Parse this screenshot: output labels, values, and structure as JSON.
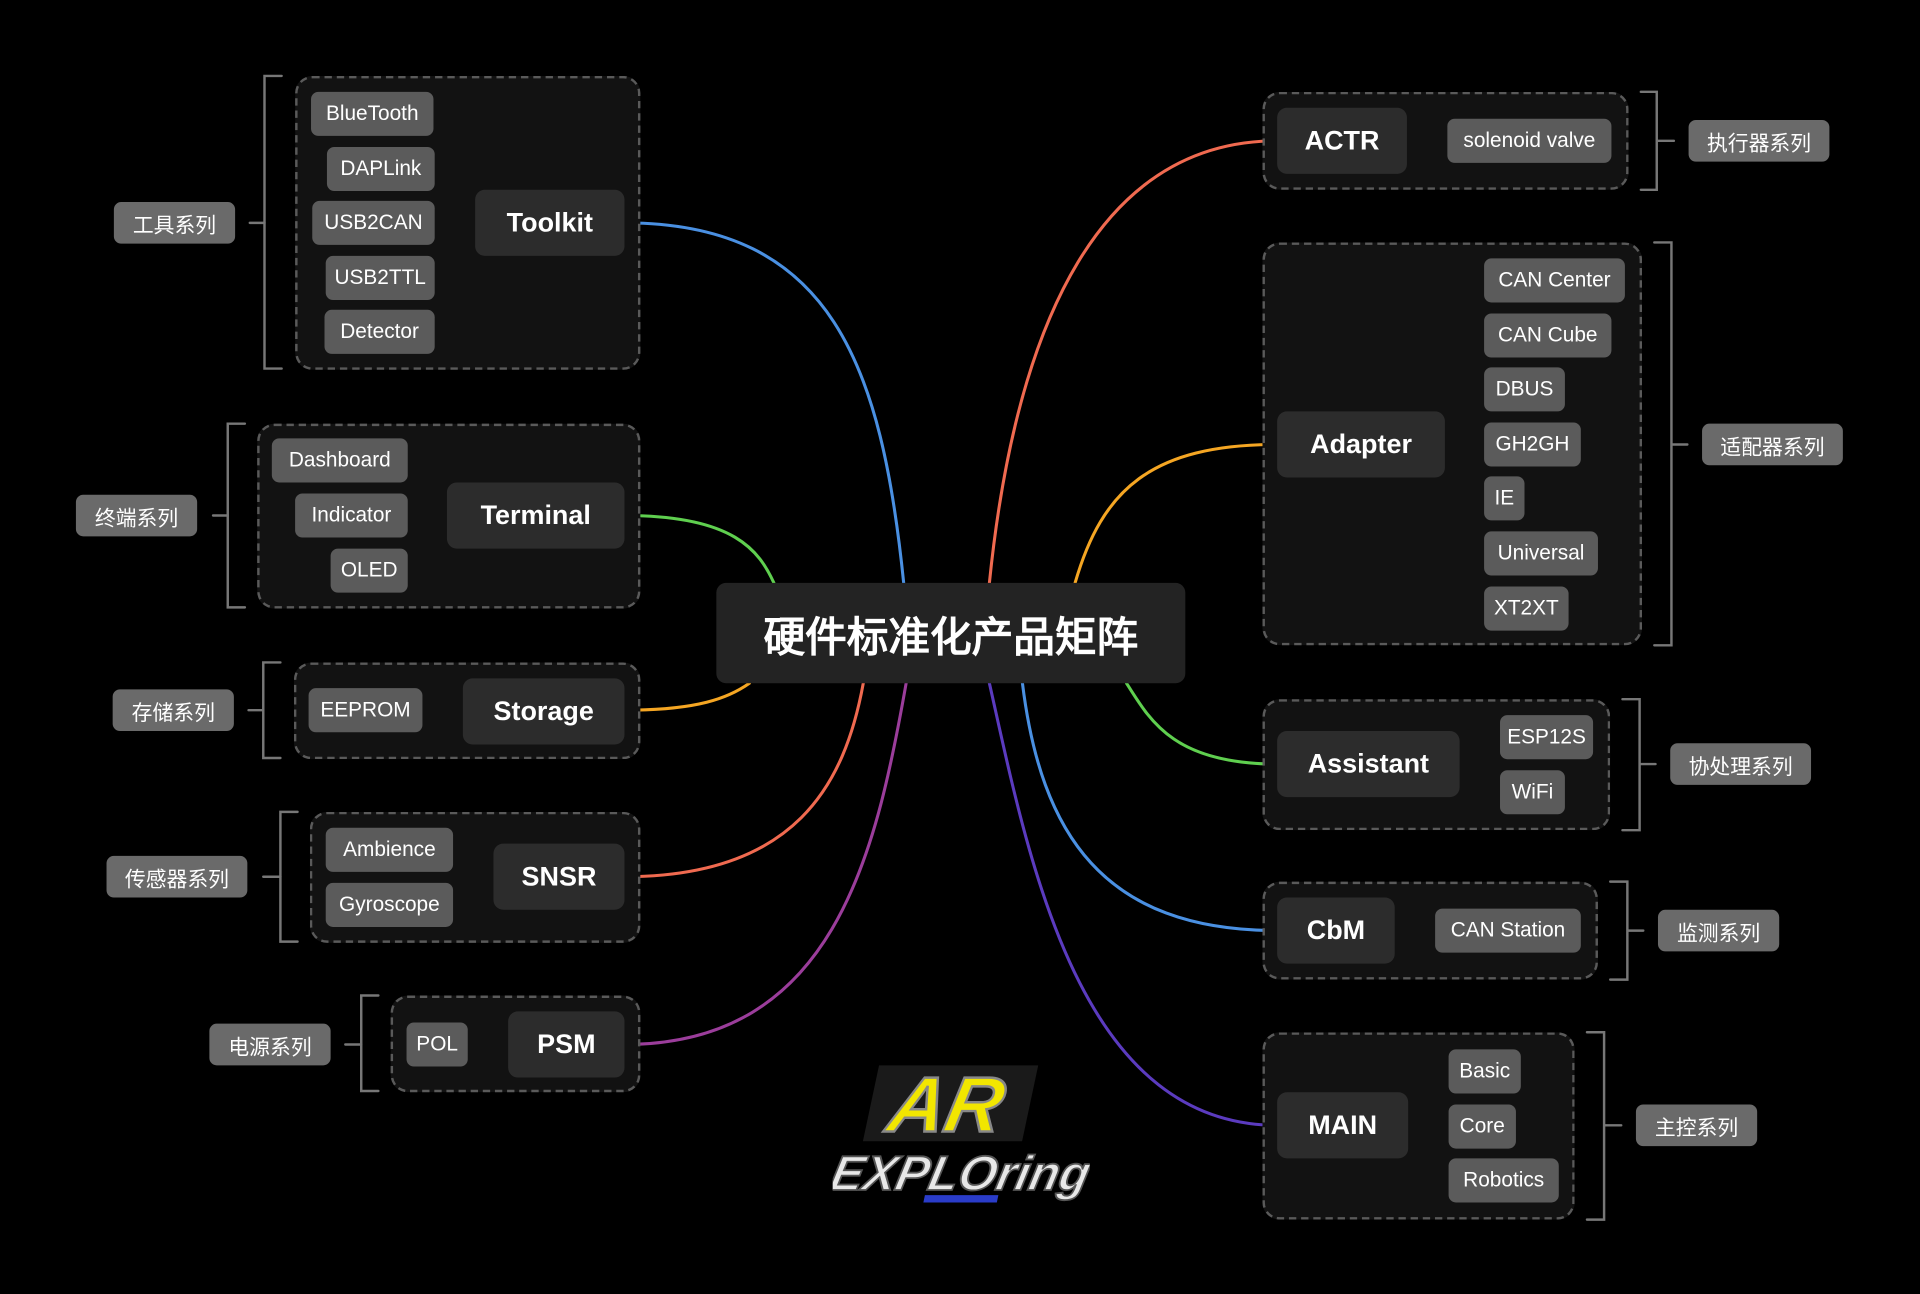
{
  "center_title": "硬件标准化产品矩阵",
  "colors": {
    "background": "#000000",
    "toolkit": "#4a90e2",
    "terminal": "#5fcf4f",
    "storage": "#f5a623",
    "snsr": "#f06a50",
    "psm": "#9b3d9b",
    "actr": "#f06a50",
    "adapter": "#f5a623",
    "assistant": "#5fcf4f",
    "cbm": "#4a90e2",
    "main": "#5b3bbf"
  },
  "left_groups": [
    {
      "hub": "Toolkit",
      "category": "工具系列",
      "items": [
        "BlueTooth",
        "DAPLink",
        "USB2CAN",
        "USB2TTL",
        "Detector"
      ]
    },
    {
      "hub": "Terminal",
      "category": "终端系列",
      "items": [
        "Dashboard",
        "Indicator",
        "OLED"
      ]
    },
    {
      "hub": "Storage",
      "category": "存储系列",
      "items": [
        "EEPROM"
      ]
    },
    {
      "hub": "SNSR",
      "category": "传感器系列",
      "items": [
        "Ambience",
        "Gyroscope"
      ]
    },
    {
      "hub": "PSM",
      "category": "电源系列",
      "items": [
        "POL"
      ]
    }
  ],
  "right_groups": [
    {
      "hub": "ACTR",
      "category": "执行器系列",
      "items": [
        "solenoid valve"
      ]
    },
    {
      "hub": "Adapter",
      "category": "适配器系列",
      "items": [
        "CAN Center",
        "CAN Cube",
        "DBUS",
        "GH2GH",
        "IE",
        "Universal",
        "XT2XT"
      ]
    },
    {
      "hub": "Assistant",
      "category": "协处理系列",
      "items": [
        "ESP12S",
        "WiFi"
      ]
    },
    {
      "hub": "CbM",
      "category": "监测系列",
      "items": [
        "CAN Station"
      ]
    },
    {
      "hub": "MAIN",
      "category": "主控系列",
      "items": [
        "Basic",
        "Core",
        "Robotics"
      ]
    }
  ],
  "logo": {
    "line1": "AR",
    "line2": "EXPLOring"
  }
}
